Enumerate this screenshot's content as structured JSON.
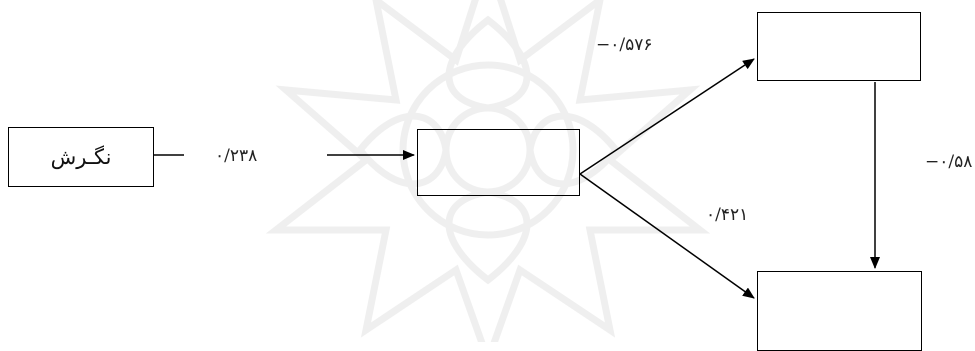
{
  "diagram": {
    "nodes": {
      "attitude": {
        "label": "نگـرش"
      },
      "middle": {
        "label": ""
      },
      "top_right": {
        "label": ""
      },
      "bottom_right": {
        "label": ""
      }
    },
    "coefficients": {
      "attitude_to_middle": "۰/۲۳۸",
      "middle_to_top_right": "−۰/۵۷۶",
      "middle_to_bottom_right": "۰/۴۲۱",
      "top_right_to_bottom_right": "−۰/۵۸۰"
    },
    "colors": {
      "line": "#000000",
      "watermark": "#9a9a9a"
    },
    "watermark": {
      "icon": "star-ornament-watermark"
    }
  }
}
